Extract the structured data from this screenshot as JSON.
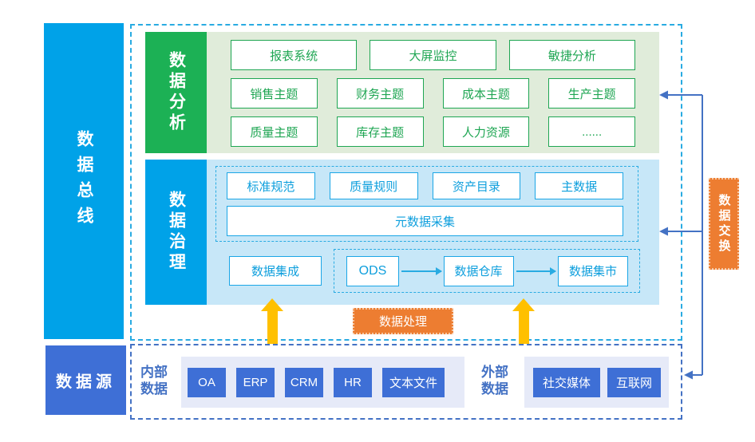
{
  "bus": {
    "label": "数据总线"
  },
  "analysis": {
    "label": "数据分析",
    "row1": [
      "报表系统",
      "大屏监控",
      "敏捷分析"
    ],
    "row2": [
      "销售主题",
      "财务主题",
      "成本主题",
      "生产主题"
    ],
    "row3": [
      "质量主题",
      "库存主题",
      "人力资源",
      "......"
    ]
  },
  "governance": {
    "label": "数据治理",
    "standards": [
      "标准规范",
      "质量规则",
      "资产目录",
      "主数据"
    ],
    "metadata_collection": "元数据采集",
    "integration": "数据集成",
    "pipeline": [
      "ODS",
      "数据仓库",
      "数据集市"
    ]
  },
  "processing": {
    "label": "数据处理"
  },
  "exchange": {
    "label": "数据交换"
  },
  "sources": {
    "label": "数据源",
    "internal": {
      "label": "内部数据",
      "items": [
        "OA",
        "ERP",
        "CRM",
        "HR",
        "文本文件"
      ]
    },
    "external": {
      "label": "外部数据",
      "items": [
        "社交媒体",
        "互联网"
      ]
    }
  },
  "colors": {
    "cyan": "#00A2E8",
    "green": "#1CB155",
    "light_green": "#E0ECDA",
    "light_blue": "#C7E7F8",
    "royal_blue": "#3E6FD6",
    "orange": "#ED7D31",
    "yellow": "#FFC000",
    "connector_blue": "#4472C4",
    "panel_lavender": "#E6EAF8"
  }
}
